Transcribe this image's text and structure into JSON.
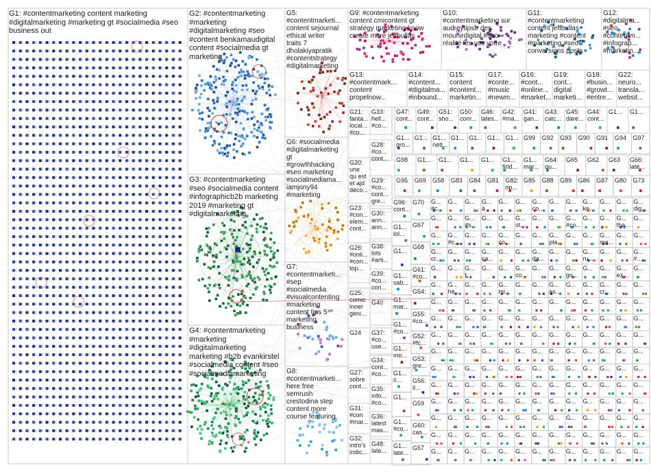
{
  "graph": {
    "background": "#ffffff",
    "frame_color": "#c8c8c8",
    "groups": [
      {
        "id": "G1",
        "label": "G1: #contentmarketing content marketing\n#digitalmarketing #marketing gt #socialmedia #seo\nbusiness out"
      },
      {
        "id": "G2",
        "label": "G2: #contentmarketing\n#marketing\n#digitalmarketing #seo\n#content benkamaudigital\ncontent #socialmedia gt\nmarketing"
      },
      {
        "id": "G3",
        "label": "G3: #contentmarketing\n#seo #socialmedia content\n#infographicb2b marketing\n2019 #marketing gt\n#digitalmarketing"
      },
      {
        "id": "G4",
        "label": "G4: #contentmarketing\n#marketing\n#digitalmarketing\nmarketing #b2b evankirstel\n#socialmedia content #seo\n#socialmediamarketing"
      },
      {
        "id": "G5",
        "label": "G5:\n#contentmarketi...\ncontent sejournal\nethical writer\ntraits 7\ndholakiyapratik\n#contentstrategy\n#digitalmarketing"
      },
      {
        "id": "G6",
        "label": "G6: #socialmedia\n#digitalmarketing\ngt\n#growthhacking\n#seo marketing\n#socialmediama...\niamjony94\n#marketing"
      },
      {
        "id": "G7",
        "label": "G7:\n#contentmarketi...\n#sep\n#socialmedia\n#visualcontenting\n#marketing\ncontent tips 5\nmarketing\nbusiness"
      },
      {
        "id": "G8",
        "label": "G8:\n#contentmarketi...\nhere free\nsemrush\ncrestodina step\ncontent more\ncourse featuring"
      },
      {
        "id": "G9",
        "label": "G9: #contentmarketing\ncontent cmicontent gt\nstrategy marketing know\ncreate more jeffbullas"
      },
      {
        "id": "G10",
        "label": "G10:\n#contentmarketing sur\naudreytipsfr des\nmounirdigital #seo\nréalité les vos votre"
      },
      {
        "id": "G11",
        "label": "G11:\n#contentmarketing\ncontent jeffbullas\nmarketing #content\n#marketing #seo 7\nconversions posts"
      },
      {
        "id": "G12",
        "label": "G12:\n#digitalma...\n#seo\n#contentm...\n#infograp...\n#marketin..."
      },
      {
        "id": "G13",
        "label": "G13:\n#contentmark...\ncontent\npropelnow..."
      },
      {
        "id": "G14",
        "label": "G14:\n#content...\n#digitalma...\n#inbound..."
      },
      {
        "id": "G15",
        "label": "G15:\ncontent\n#content...\nmarketin..."
      },
      {
        "id": "G16",
        "label": "G16:\n#cont...\n#online...\n#market..."
      },
      {
        "id": "G17",
        "label": "G17:\n#conte...\n#music\n#newm..."
      },
      {
        "id": "G18",
        "label": "G18:\n#busin...\n#growt...\n#entre..."
      },
      {
        "id": "G19",
        "label": "G19:\ncont...\ndigital\nmarketi..."
      },
      {
        "id": "G22",
        "label": "G22:\nneuro...\ntransla...\nwebsit..."
      },
      {
        "id": "G21",
        "label": "G21:\nfanta...\nlocal...\n#co..."
      },
      {
        "id": "G33",
        "label": "G33:\nhell...\n#co..."
      },
      {
        "id": "G28",
        "label": "G28:\n#co...\ncont..."
      },
      {
        "id": "G20",
        "label": "G20:\nune\nqu est\net ajd\ndéco..."
      },
      {
        "id": "G29",
        "label": "G29:\n#co...\ncont...\ngre..."
      },
      {
        "id": "G23",
        "label": "G23:\n#con...\nelem...\ncont..."
      },
      {
        "id": "G30",
        "label": "G30:\nann...\nann..."
      },
      {
        "id": "G26",
        "label": "G26:\n#onli...\n#con...\ntop..."
      },
      {
        "id": "G38",
        "label": "G38:\nlots\n#arti..."
      },
      {
        "id": "G39",
        "label": "G39:\n#co...\ncon..."
      },
      {
        "id": "G25",
        "label": "G25:\ncomic\ninner\ngeni..."
      },
      {
        "id": "G40",
        "label": "G40"
      },
      {
        "id": "G24",
        "label": "G24"
      },
      {
        "id": "G37",
        "label": "G37:\n#co...\nuse..."
      },
      {
        "id": "G34",
        "label": "G34:\ncont...\n#co..."
      },
      {
        "id": "G27",
        "label": "G27:\nsobre\ncont..."
      },
      {
        "id": "G35",
        "label": "G35:\ninfo...\n#co..."
      },
      {
        "id": "G31",
        "label": "G31:\n#con\n#mar..."
      },
      {
        "id": "G36",
        "label": "G36:\nlatest\nmas..."
      },
      {
        "id": "G32",
        "label": "G32:\nintro's\nindic..."
      },
      {
        "id": "G48",
        "label": "G48:\nlate..."
      }
    ],
    "grid_rows": [
      [
        "G47:\ncont...",
        "G49:\ncont...",
        "G51:\nsho...",
        "G50:\ncom...",
        "G46:\nlates...",
        "G42:\n#ma...",
        "G41:\ngan...",
        "G43:\ncatc...",
        "G45:\ndare...",
        "G44:\ncont...",
        "G1...",
        "G1..."
      ],
      [
        "G1...\ngro...",
        "G1...",
        "G1...\nnetl...",
        "G1...",
        "G1...",
        "G1...",
        "G1...",
        "G99",
        "G92",
        "G93",
        "G90",
        "G91",
        "G94",
        "G97"
      ],
      [
        "G98",
        "G1...",
        "G1...",
        "G1...",
        "G1...",
        "G1...\nfirld...",
        "G1...\nmar...",
        "G64:\nqu...",
        "G65",
        "G62",
        "G63",
        "G66:\nlate..."
      ],
      [
        "G95",
        "G69",
        "G58",
        "G83",
        "G84",
        "G81",
        "G82:\nop...",
        "G85",
        "G88",
        "G89",
        "G86",
        "G87",
        "G80",
        "G73"
      ]
    ],
    "left_column": [
      "G96:\ncont...",
      "G1...\nlol...",
      "G1...",
      "G1...\nsab...",
      "G1...\nmar...",
      "G1...\n#co...",
      "G1...\nmo...",
      "G1...\nil...",
      "G1...",
      "G1...\n#co...",
      "G1...\nlate..."
    ],
    "second_column": [
      "G70",
      "G67",
      "G68",
      "G61:\n#co...",
      "G54:",
      "G55:\n#co...",
      "G52:\n#fc...",
      "G53:\ngre...",
      "G56:\nil...",
      "G59",
      "G60:\ncas...",
      "G57"
    ],
    "small_tag": "G...",
    "small_hints": [
      "#c...",
      "à",
      "co...",
      "ke...",
      "dig...",
      "#s...",
      "st...",
      "#co...",
      "tha...",
      "#c...",
      "co...",
      "pla...",
      "ma...",
      "cr...",
      "ca...",
      "da...",
      "ru...",
      "#...",
      "t",
      "co...",
      "go...",
      "ex...",
      "he...",
      "mi...",
      "as...",
      "cr...",
      "20...",
      "99...",
      "p...",
      "c..."
    ]
  }
}
